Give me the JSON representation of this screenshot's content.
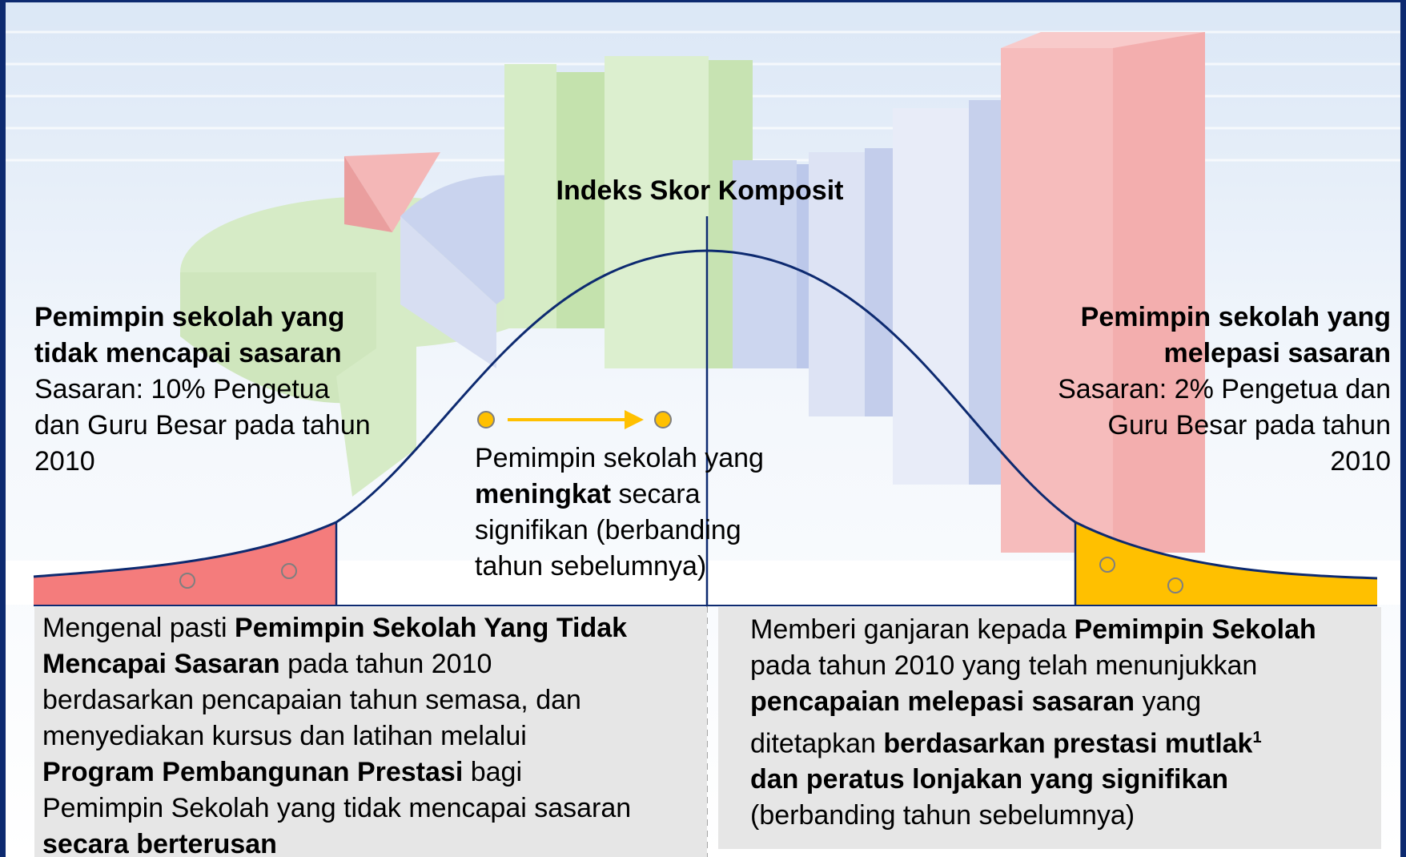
{
  "center_label": "Indeks Skor Komposit",
  "left_group": {
    "title_line1": "Pemimpin sekolah yang",
    "title_line2": "tidak mencapai sasaran",
    "target_line1": "Sasaran: 10% Pengetua",
    "target_line2": "dan Guru Besar pada tahun",
    "target_line3": "2010"
  },
  "right_group": {
    "title_line1": "Pemimpin sekolah yang",
    "title_line2": "melepasi sasaran",
    "target_line1": "Sasaran: 2% Pengetua dan",
    "target_line2": "Guru Besar pada tahun",
    "target_line3": "2010"
  },
  "middle_group": {
    "line1": "Pemimpin sekolah yang",
    "line2_bold": "meningkat",
    "line2_rest": " secara",
    "line3": "signifikan (berbanding",
    "line4": "tahun sebelumnya)"
  },
  "bottom_left": {
    "p1": "Mengenal pasti ",
    "b1": "Pemimpin Sekolah Yang Tidak",
    "b2": "Mencapai Sasaran",
    "p2": " pada tahun 2010",
    "p3": "berdasarkan pencapaian tahun semasa, dan",
    "p4": "menyediakan kursus dan latihan melalui",
    "b3": "Program Pembangunan Prestasi",
    "p5": " bagi",
    "p6": "Pemimpin Sekolah yang tidak mencapai sasaran",
    "b4": "secara berterusan"
  },
  "bottom_right": {
    "p1": "Memberi ganjaran kepada ",
    "b1": "Pemimpin Sekolah",
    "p2": "pada tahun 2010 yang telah menunjukkan",
    "b2": "pencapaian melepasi sasaran",
    "p3": " yang",
    "p4": "ditetapkan ",
    "b3": "berdasarkan prestasi mutlak",
    "sup": "1",
    "b4": "dan peratus lonjakan yang signifikan",
    "p5": "(berbanding tahun sebelumnya)"
  },
  "colors": {
    "curve": "#0d2a70",
    "left_tail_fill": "#f47c7c",
    "right_tail_fill": "#ffc000",
    "arrow": "#ffc000",
    "marker": "#ffc000",
    "text_box": "#e6e6e6"
  }
}
